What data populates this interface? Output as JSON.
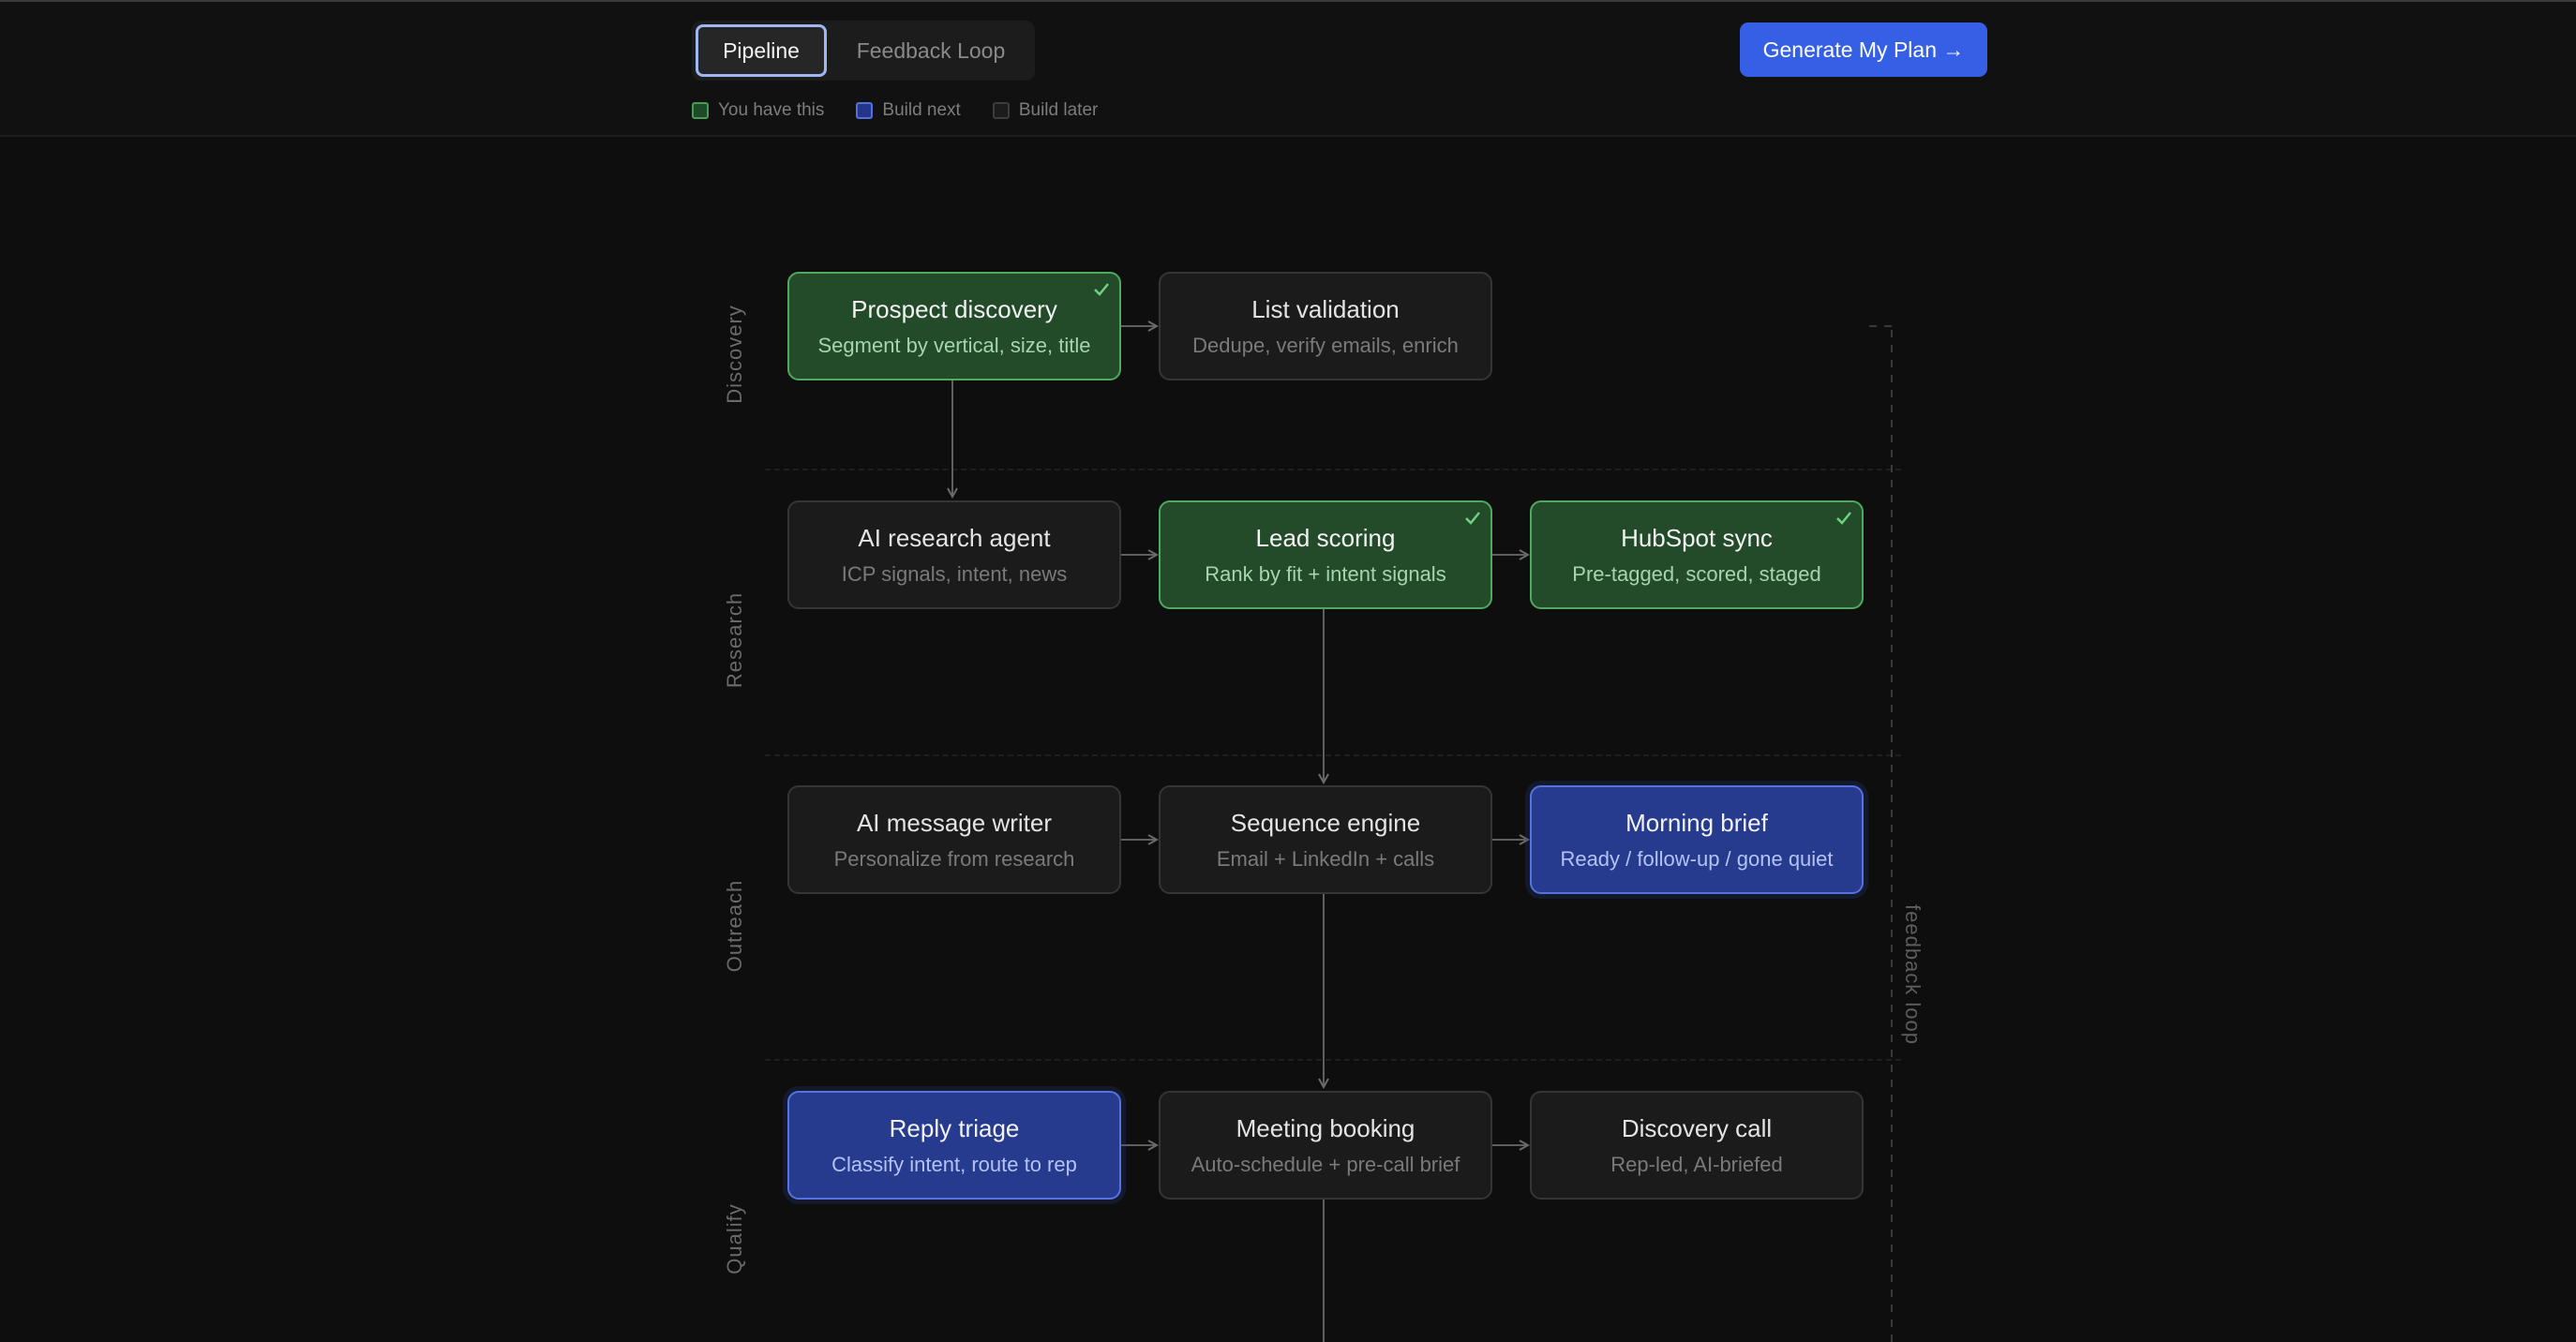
{
  "tabs": [
    {
      "label": "Pipeline",
      "active": true
    },
    {
      "label": "Feedback Loop",
      "active": false
    }
  ],
  "legend": [
    {
      "label": "You have this",
      "status": "have"
    },
    {
      "label": "Build next",
      "status": "next"
    },
    {
      "label": "Build later",
      "status": "later"
    }
  ],
  "cta": {
    "label": "Generate My Plan →"
  },
  "colors": {
    "have": "#234b2a",
    "next": "#263a8e",
    "later": "#1b1b1b",
    "accent": "#3560e6"
  },
  "lanes": [
    "Discovery",
    "Research",
    "Outreach",
    "Qualify"
  ],
  "nodes": [
    {
      "title": "Prospect discovery",
      "subtitle": "Segment by vertical, size, title",
      "status": "have"
    },
    {
      "title": "List validation",
      "subtitle": "Dedupe, verify emails, enrich",
      "status": "later"
    },
    {
      "title": "AI research agent",
      "subtitle": "ICP signals, intent, news",
      "status": "later"
    },
    {
      "title": "Lead scoring",
      "subtitle": "Rank by fit + intent signals",
      "status": "have"
    },
    {
      "title": "HubSpot sync",
      "subtitle": "Pre-tagged, scored, staged",
      "status": "have"
    },
    {
      "title": "AI message writer",
      "subtitle": "Personalize from research",
      "status": "later"
    },
    {
      "title": "Sequence engine",
      "subtitle": "Email + LinkedIn + calls",
      "status": "later"
    },
    {
      "title": "Morning brief",
      "subtitle": "Ready / follow-up / gone quiet",
      "status": "next"
    },
    {
      "title": "Reply triage",
      "subtitle": "Classify intent, route to rep",
      "status": "next"
    },
    {
      "title": "Meeting booking",
      "subtitle": "Auto-schedule + pre-call brief",
      "status": "later"
    },
    {
      "title": "Discovery call",
      "subtitle": "Rep-led, AI-briefed",
      "status": "later"
    }
  ],
  "feedback_label": "feedback loop"
}
